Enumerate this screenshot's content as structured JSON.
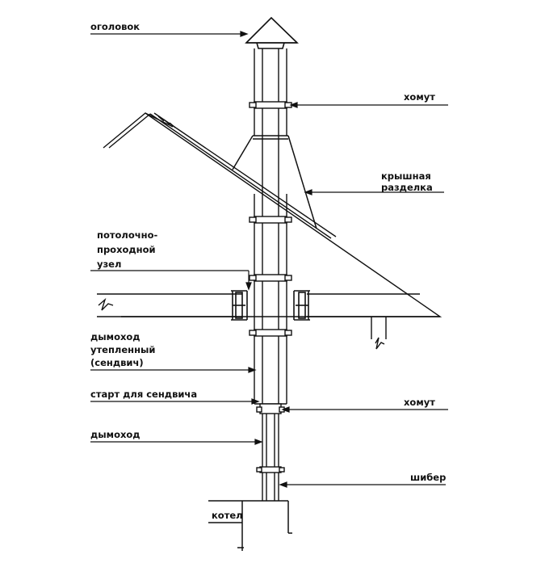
{
  "labels": {
    "ogolovok": "оголовок",
    "khomut_top": "хомут",
    "roof_pass": [
      "крышная",
      "разделка"
    ],
    "ceiling_pass": [
      "потолочно-",
      "проходной",
      "узел"
    ],
    "sandwich": [
      "дымоход",
      "утепленный",
      "(сендвич)"
    ],
    "start": "старт для сендвича",
    "khomut_bottom": "хомут",
    "flue": "дымоход",
    "damper": "шибер",
    "boiler": "котел"
  },
  "colors": {
    "line": "#111111",
    "background": "#ffffff"
  }
}
